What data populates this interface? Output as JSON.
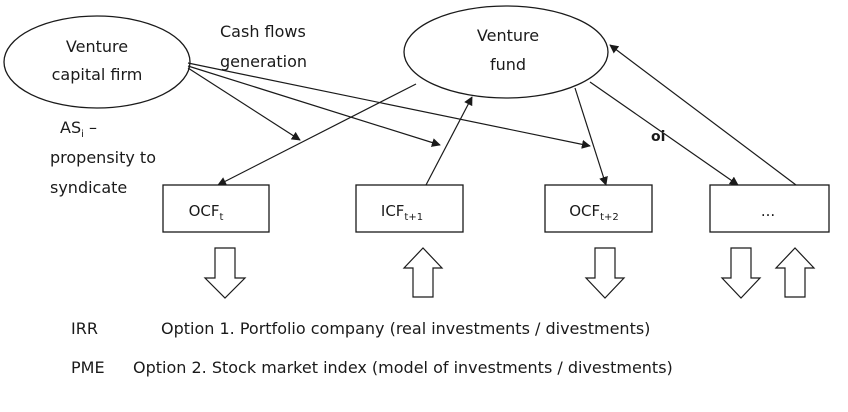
{
  "venture_capital_firm": {
    "line1": "Venture",
    "line2": "capital firm"
  },
  "venture_fund": {
    "line1": "Venture",
    "line2": "fund"
  },
  "cash_flows": {
    "line1": "Cash flows",
    "line2": "generation"
  },
  "syndicate": {
    "as_main": "AS",
    "as_sub": "i",
    "as_suffix": " –",
    "line2": "propensity to",
    "line3": "syndicate"
  },
  "boxes": {
    "ocf_t": {
      "main": "OCF",
      "sub": "t"
    },
    "icf_t1": {
      "main": "ICF",
      "sub": "t+1"
    },
    "ocf_t2": {
      "main": "OCF",
      "sub": "t+2"
    },
    "ellipsis": {
      "text": "..."
    }
  },
  "oi_label": "oi",
  "options": {
    "irr": {
      "metric": "IRR",
      "text": "Option 1. Portfolio company (real investments / divestments)"
    },
    "pme": {
      "metric": "PME",
      "text": "Option 2. Stock market index (model of investments / divestments)"
    }
  }
}
